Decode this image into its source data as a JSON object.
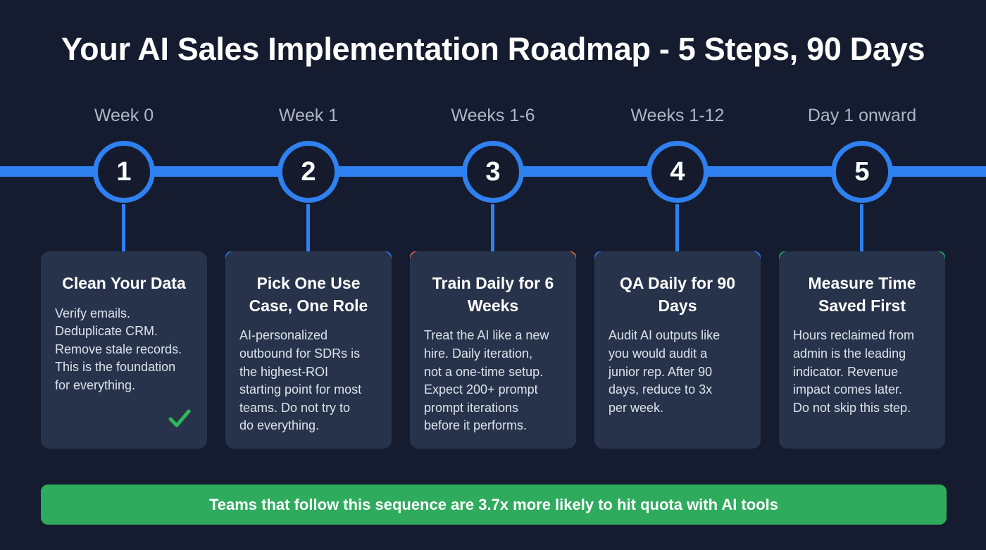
{
  "title": "Your AI Sales Implementation Roadmap - 5 Steps, 90 Days",
  "theme": {
    "background": "#161c2f",
    "accent_blue": "#2f80f0",
    "card_background": "#27334a",
    "label_color": "#aeb6c6",
    "body_text": "#dde3ec",
    "green": "#2eab5d",
    "orange": "#ef6d4a"
  },
  "timeline": {
    "line_color": "#2f80f0"
  },
  "steps": [
    {
      "number": "1",
      "time_label": "Week 0",
      "title": "Clean Your Data",
      "body": "Verify emails.\nDeduplicate CRM.\nRemove stale records.\nThis is the foundation\nfor everything.",
      "top_bar_color": "none",
      "has_check": true,
      "check_color": "#2eb85c"
    },
    {
      "number": "2",
      "time_label": "Week 1",
      "title": "Pick One Use Case, One Role",
      "body": "AI-personalized\noutbound for SDRs is\nthe highest-ROI\nstarting point for most\nteams. Do not try to\ndo everything.",
      "top_bar_color": "#2f80f0",
      "has_check": false
    },
    {
      "number": "3",
      "time_label": "Weeks 1-6",
      "title": "Train Daily for 6 Weeks",
      "body": "Treat the AI like a new\nhire. Daily iteration,\nnot a one-time setup.\nExpect 200+ prompt\nprompt iterations\nbefore it performs.",
      "top_bar_color": "#ef6d4a",
      "has_check": false
    },
    {
      "number": "4",
      "time_label": "Weeks 1-12",
      "title": "QA Daily for 90 Days",
      "body": "Audit AI outputs like\nyou would audit a\njunior rep. After 90\ndays, reduce to 3x\nper week.",
      "top_bar_color": "#2f80f0",
      "has_check": false
    },
    {
      "number": "5",
      "time_label": "Day 1 onward",
      "title": "Measure Time Saved First",
      "body": "Hours reclaimed from\nadmin is the leading\nindicator. Revenue\nimpact comes later.\nDo not skip this step.",
      "top_bar_color": "#2eb85c",
      "has_check": false
    }
  ],
  "banner": {
    "text": "Teams that follow this sequence are 3.7x more likely to hit quota with AI tools",
    "background": "#2eab5d"
  }
}
